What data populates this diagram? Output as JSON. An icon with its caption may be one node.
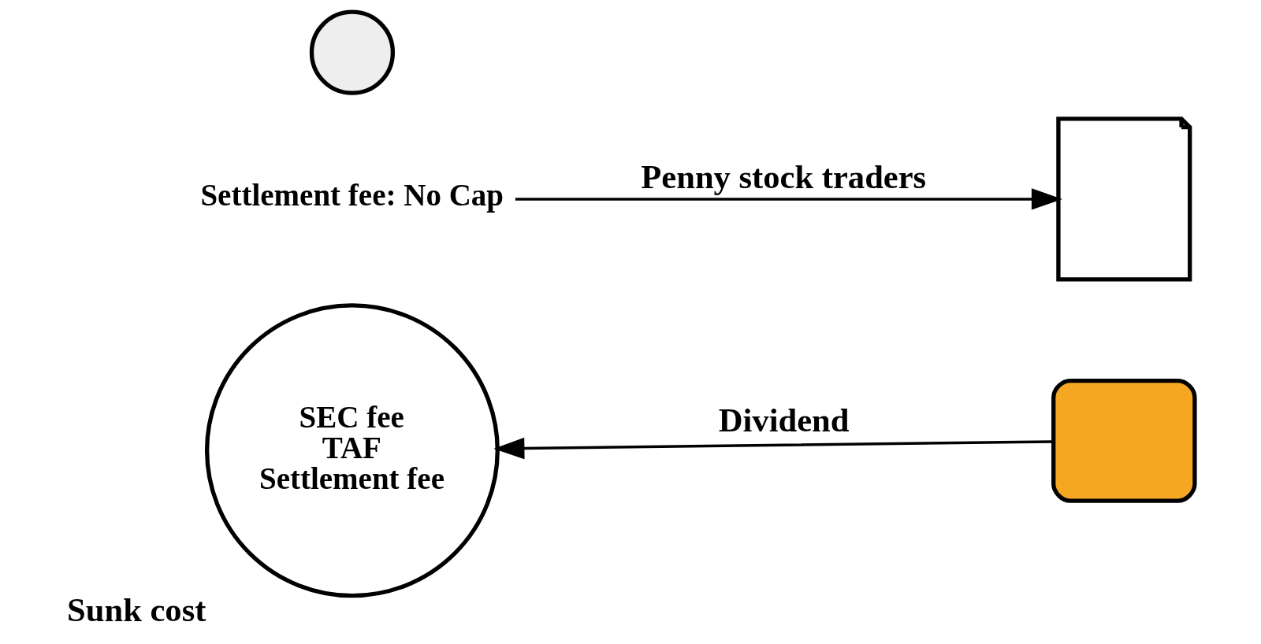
{
  "diagram": {
    "nodes": [
      {
        "text": [
          "SEC fee",
          "TAF",
          "Settlement fee"
        ],
        "beside": [
          "Sunk cost"
        ]
      },
      {
        "text": [],
        "shape": "box"
      },
      {
        "text": [],
        "shape": "document"
      },
      {
        "text": [
          "Settlement fee: No Cap"
        ]
      },
      {
        "text": [],
        "shape": "circle"
      }
    ],
    "edges": [
      {
        "from": 1,
        "to": 0,
        "arrow": "to",
        "label": "Dividend"
      },
      {
        "from": 3,
        "to": 2,
        "arrow": "to",
        "label": "Penny stock traders"
      }
    ]
  }
}
